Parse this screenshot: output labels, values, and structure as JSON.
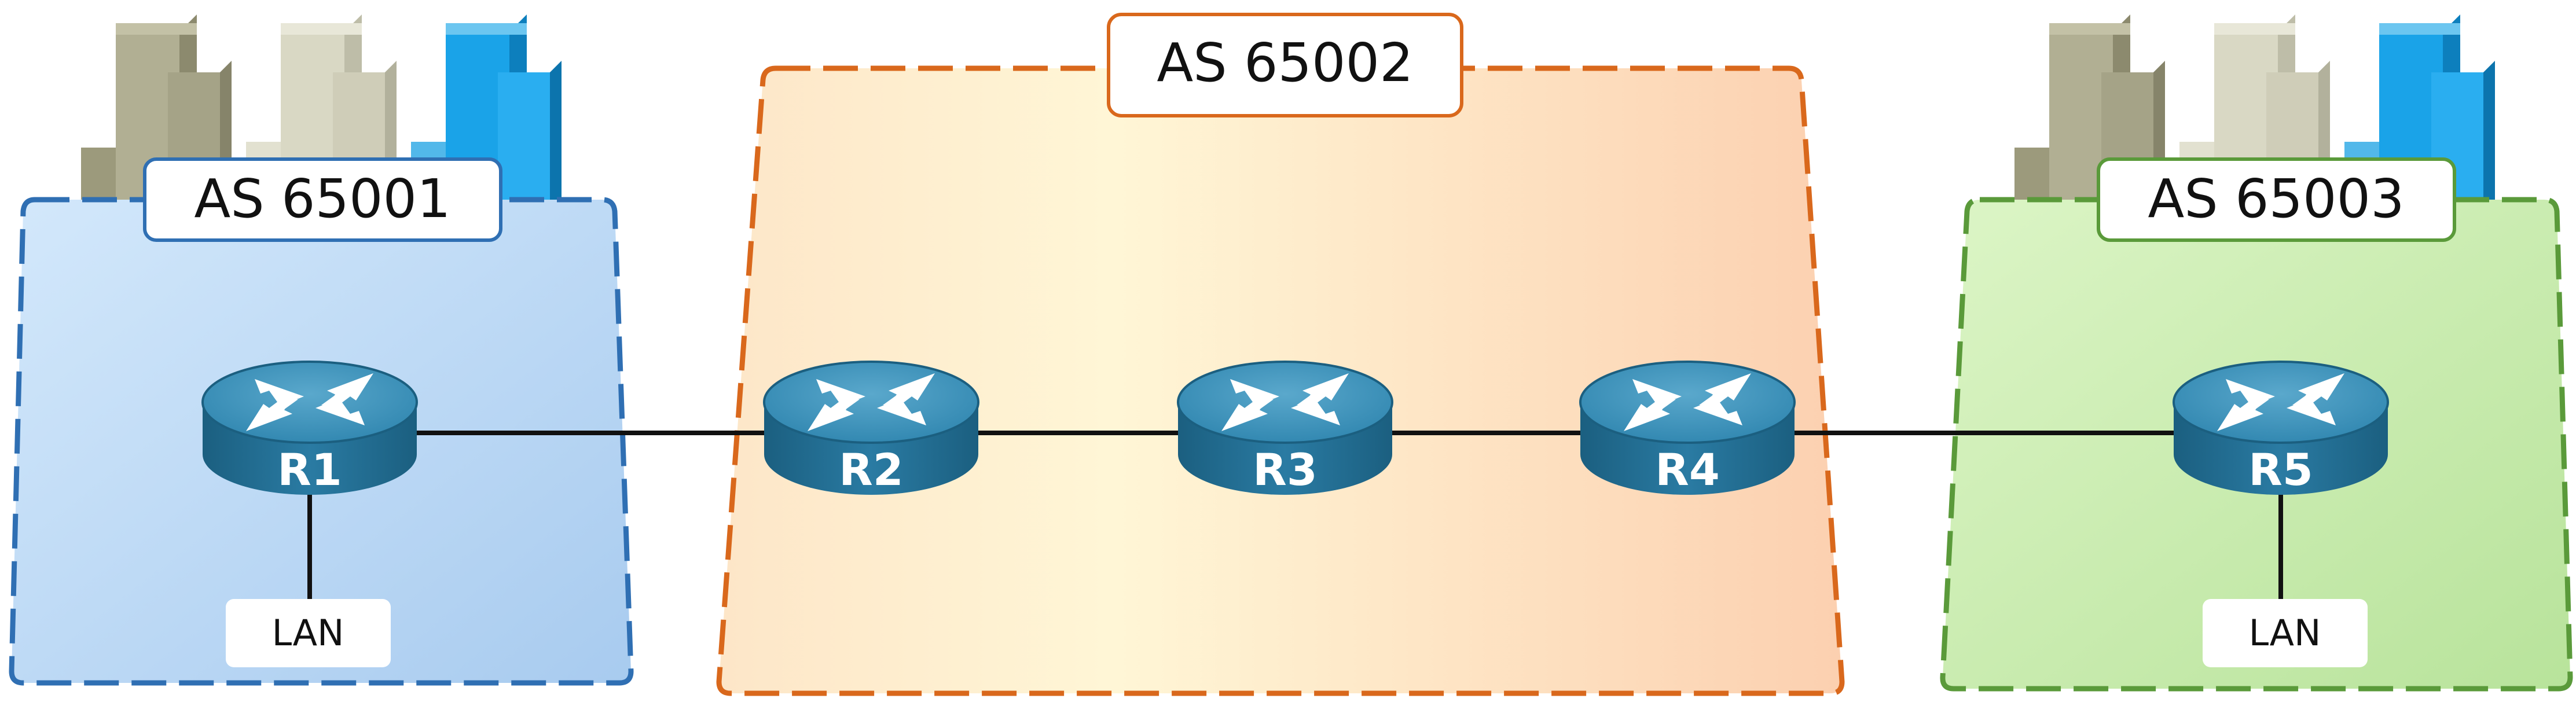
{
  "diagram": {
    "autonomous_systems": [
      {
        "id": "as1",
        "label": "AS 65001",
        "fill": "#bcd9f5",
        "border": "#2f6fb3"
      },
      {
        "id": "as2",
        "label": "AS 65002",
        "fill": "#fde0c4",
        "border": "#d9681c"
      },
      {
        "id": "as3",
        "label": "AS 65003",
        "fill": "#cdeeb4",
        "border": "#5a9a3a"
      }
    ],
    "routers": [
      {
        "id": "r1",
        "label": "R1"
      },
      {
        "id": "r2",
        "label": "R2"
      },
      {
        "id": "r3",
        "label": "R3"
      },
      {
        "id": "r4",
        "label": "R4"
      },
      {
        "id": "r5",
        "label": "R5"
      }
    ],
    "lans": [
      {
        "id": "lan1",
        "label": "LAN"
      },
      {
        "id": "lan2",
        "label": "LAN"
      }
    ],
    "colors": {
      "router_body": "#1f6f95",
      "router_top": "#3d93bd",
      "link": "#111111",
      "building_gray": "#a7a68a",
      "building_light": "#d9d8c4",
      "building_blue": "#1aa3e8"
    }
  }
}
